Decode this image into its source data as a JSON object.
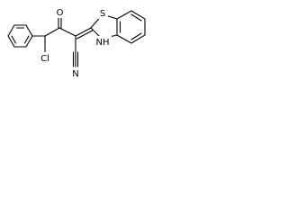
{
  "structure": {
    "atoms": {
      "oxygen": "O",
      "sulfur": "S",
      "chlorine": "Cl",
      "nitrile_nitrogen": "N",
      "amine_nh": "NH"
    },
    "colors": {
      "line": "#000000",
      "background": "#ffffff"
    }
  }
}
